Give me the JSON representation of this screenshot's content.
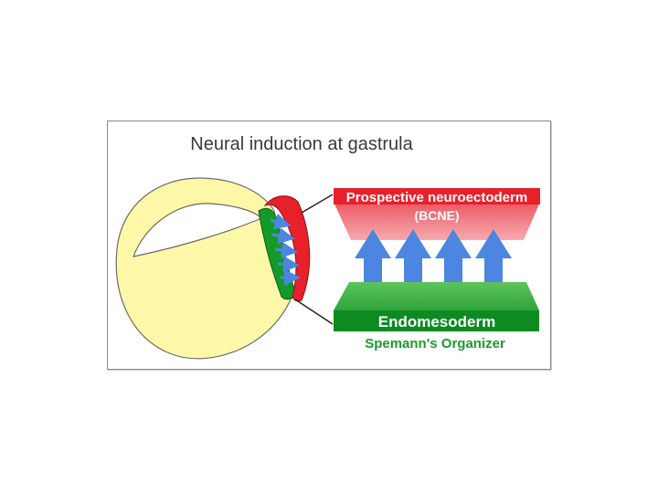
{
  "title": "Neural induction at gastrula",
  "neuroectoderm": {
    "label": "Prospective neuroectoderm",
    "sublabel": "(BCNE)"
  },
  "endomesoderm": {
    "label": "Endomesoderm",
    "organizer": "Spemann's Organizer"
  },
  "colors": {
    "yolk": "#fdf7a8",
    "neuroectoderm": "#e8202a",
    "neuroectoderm_band": "#f2606a",
    "mesoderm": "#149a28",
    "mesoderm_band": "#1a9e2e",
    "arrow": "#4d86e0",
    "organizer_text": "#1a9a2a"
  }
}
